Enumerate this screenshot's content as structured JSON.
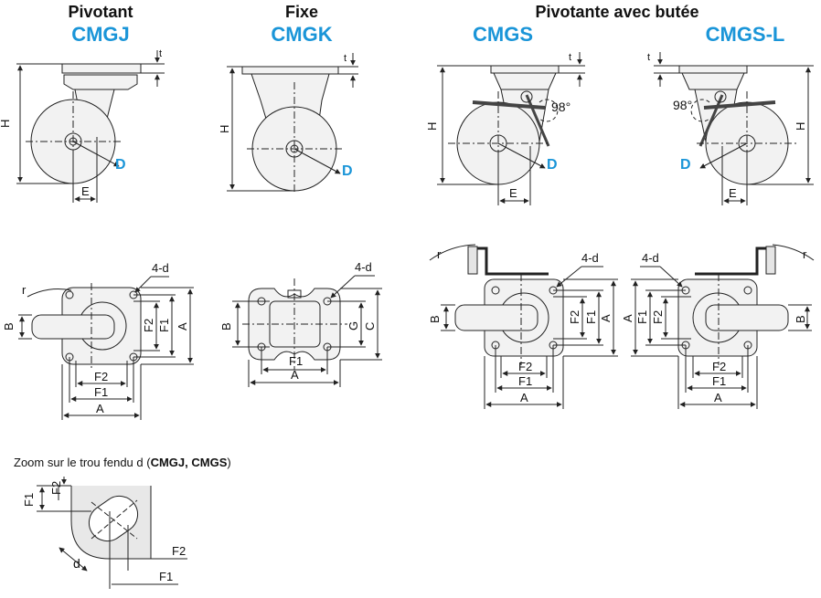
{
  "headers": {
    "pivotant": {
      "category": "Pivotant",
      "code": "CMGJ"
    },
    "fixe": {
      "category": "Fixe",
      "code": "CMGK"
    },
    "butee": {
      "category": "Pivotante avec butée",
      "code_left": "CMGS",
      "code_right": "CMGS-L"
    }
  },
  "dimensions": {
    "H": "H",
    "t": "t",
    "D": "D",
    "E": "E",
    "A": "A",
    "B": "B",
    "C": "C",
    "G": "G",
    "F1": "F1",
    "F2": "F2",
    "d4": "4-d",
    "r": "r",
    "d": "d",
    "angle": "98°"
  },
  "zoom": {
    "caption_prefix": "Zoom sur le trou fendu d (",
    "caption_models": "CMGJ, CMGS",
    "caption_suffix": ")"
  },
  "colors": {
    "accent": "#1a95d8",
    "line": "#222222",
    "fill": "#f2f2f2"
  }
}
